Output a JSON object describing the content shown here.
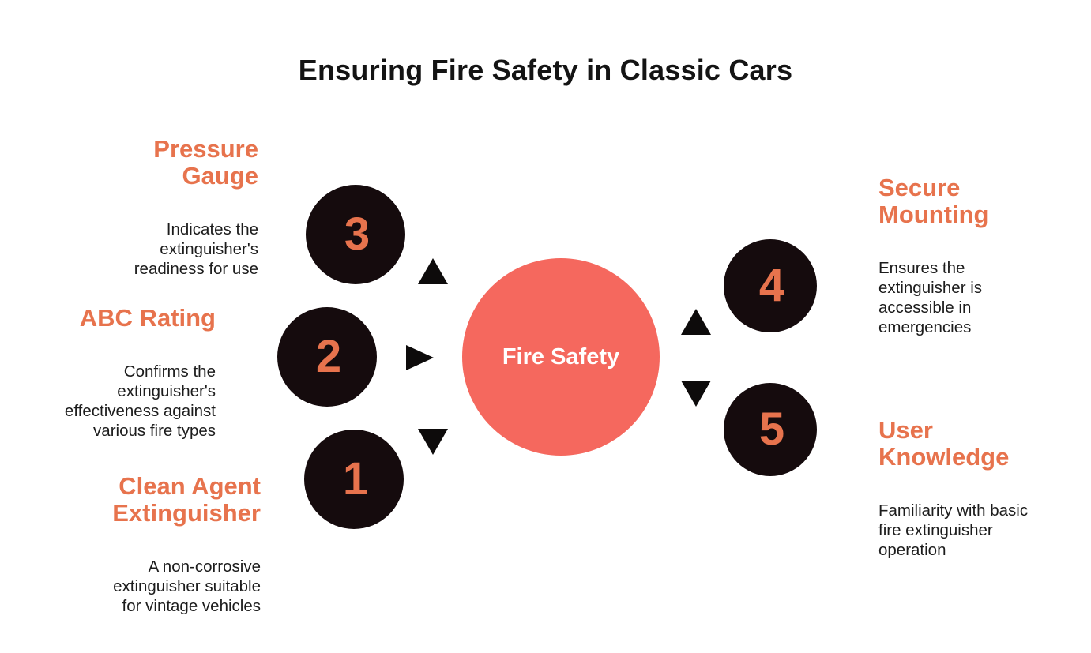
{
  "title": "Ensuring Fire Safety in Classic Cars",
  "center": {
    "label": "Fire Safety"
  },
  "items": [
    {
      "number": "1",
      "heading": "Clean Agent\nExtinguisher",
      "description": "A non-corrosive\nextinguisher suitable\nfor vintage vehicles",
      "side": "left"
    },
    {
      "number": "2",
      "heading": "ABC Rating",
      "description": "Confirms the\nextinguisher's\neffectiveness against\nvarious fire types",
      "side": "left"
    },
    {
      "number": "3",
      "heading": "Pressure\nGauge",
      "description": "Indicates the\nextinguisher's\nreadiness for use",
      "side": "left"
    },
    {
      "number": "4",
      "heading": "Secure\nMounting",
      "description": "Ensures the\nextinguisher is\naccessible in\nemergencies",
      "side": "right"
    },
    {
      "number": "5",
      "heading": "User\nKnowledge",
      "description": "Familiarity with basic\nfire extinguisher\noperation",
      "side": "right"
    }
  ],
  "arrows": [
    {
      "name": "triangle-up-icon",
      "position": "left-of-center-top"
    },
    {
      "name": "triangle-right-icon",
      "position": "left-of-center-middle"
    },
    {
      "name": "triangle-down-icon",
      "position": "left-of-center-bottom"
    },
    {
      "name": "triangle-up-icon",
      "position": "right-of-center-top"
    },
    {
      "name": "triangle-down-icon",
      "position": "right-of-center-bottom"
    }
  ],
  "colors": {
    "background": "#ffffff",
    "accent": "#e7734d",
    "center_fill": "#f5685e",
    "node_fill": "#150b0d",
    "arrow_fill": "#0d0b0b",
    "title_text": "#141414",
    "body_text": "#1c1c1c",
    "center_label_text": "#ffffff"
  }
}
